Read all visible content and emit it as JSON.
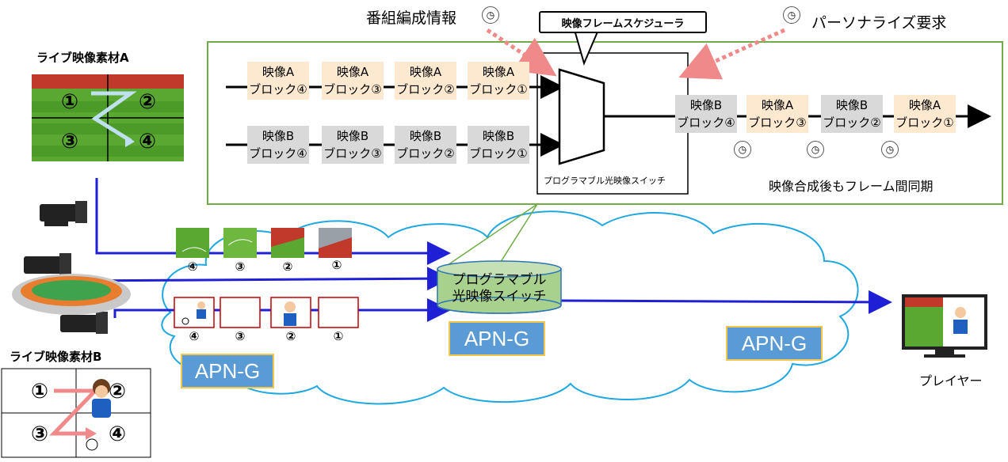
{
  "header": {
    "program_info": "番組編成情報",
    "scheduler": "映像フレームスケジューラ",
    "personalize": "パーソナライズ要求"
  },
  "inputs": {
    "a_title": "ライブ映像素材A",
    "b_title": "ライブ映像素材B",
    "quad_nums": [
      "①",
      "②",
      "③",
      "④"
    ]
  },
  "streams": {
    "a_blocks": [
      {
        "l1": "映像A",
        "l2": "ブロック④"
      },
      {
        "l1": "映像A",
        "l2": "ブロック③"
      },
      {
        "l1": "映像A",
        "l2": "ブロック②"
      },
      {
        "l1": "映像A",
        "l2": "ブロック①"
      }
    ],
    "b_blocks": [
      {
        "l1": "映像B",
        "l2": "ブロック④"
      },
      {
        "l1": "映像B",
        "l2": "ブロック③"
      },
      {
        "l1": "映像B",
        "l2": "ブロック②"
      },
      {
        "l1": "映像B",
        "l2": "ブロック①"
      }
    ],
    "out_blocks": [
      {
        "l1": "映像B",
        "l2": "ブロック④"
      },
      {
        "l1": "映像A",
        "l2": "ブロック③"
      },
      {
        "l1": "映像B",
        "l2": "ブロック②"
      },
      {
        "l1": "映像A",
        "l2": "ブロック①"
      }
    ]
  },
  "switch": {
    "small_label": "プログラマブル光映像スイッチ",
    "node_line1": "プログラマブル",
    "node_line2": "光映像スイッチ"
  },
  "sync_label": "映像合成後もフレーム間同期",
  "network": {
    "apn_left": "APN-G",
    "apn_center": "APN-G",
    "apn_right": "APN-G",
    "frame_nums": [
      "④",
      "③",
      "②",
      "①"
    ]
  },
  "player_label": "プレイヤー",
  "colors": {
    "green_border": "#70ad47",
    "cloud": "#1fa8e0",
    "blue_line": "#1f1fd6",
    "apn_fill": "#5b9bd5",
    "apn_border": "#f2c94c",
    "dotted_arrow": "#f08a8a"
  }
}
